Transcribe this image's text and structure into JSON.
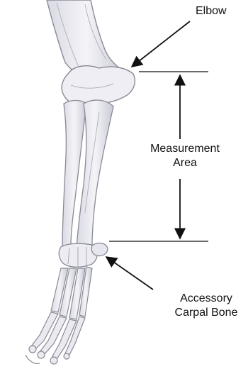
{
  "labels": {
    "elbow": "Elbow",
    "measurement_line1": "Measurement",
    "measurement_line2": "Area",
    "accessory_line1": "Accessory",
    "accessory_line2": "Carpal Bone"
  },
  "colors": {
    "bone_fill": "#ececf2",
    "bone_shadow": "#c8c8d4",
    "bone_outline": "#8a8a96",
    "ink": "#111111",
    "background": "#ffffff"
  }
}
